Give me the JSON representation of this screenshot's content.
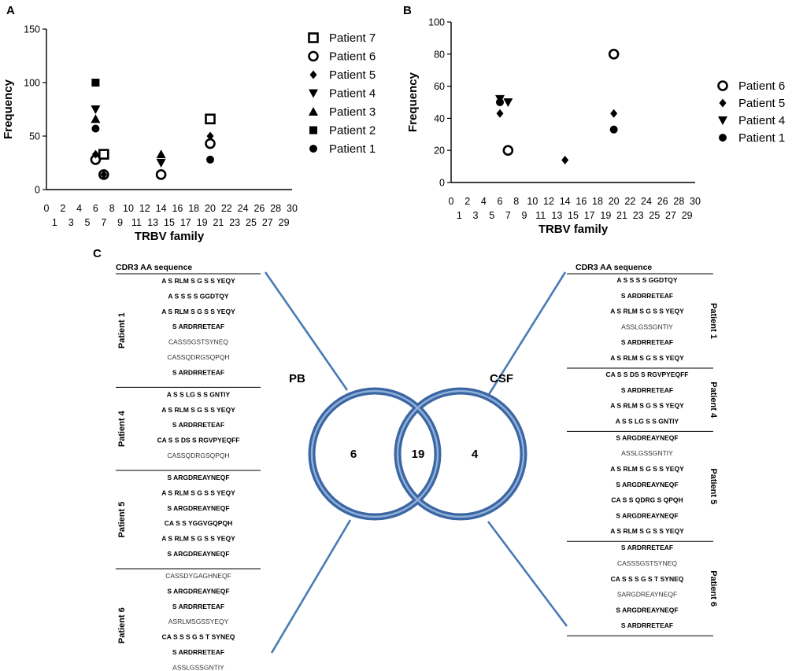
{
  "chart_data": [
    {
      "panel": "A",
      "type": "scatter",
      "xlabel": "TRBV family",
      "ylabel": "Frequency",
      "xlim": [
        0,
        30
      ],
      "ylim": [
        0,
        150
      ],
      "x_ticks_top": [
        "0",
        "2",
        "4",
        "6",
        "8",
        "10",
        "12",
        "14",
        "16",
        "18",
        "20",
        "22",
        "24",
        "26",
        "28",
        "30"
      ],
      "x_ticks_bottom": [
        "1",
        "3",
        "5",
        "7",
        "9",
        "11",
        "13",
        "15",
        "17",
        "19",
        "21",
        "23",
        "25",
        "27",
        "29"
      ],
      "y_ticks": [
        "0",
        "50",
        "100",
        "150"
      ],
      "legend_position": "right",
      "series": [
        {
          "name": "Patient 7",
          "marker": "open-square",
          "points": [
            {
              "x": 7,
              "y": 33
            },
            {
              "x": 20,
              "y": 66
            }
          ]
        },
        {
          "name": "Patient 6",
          "marker": "open-circle",
          "points": [
            {
              "x": 6,
              "y": 28
            },
            {
              "x": 7,
              "y": 14
            },
            {
              "x": 14,
              "y": 14
            },
            {
              "x": 20,
              "y": 43
            }
          ]
        },
        {
          "name": "Patient 5",
          "marker": "diamond",
          "points": [
            {
              "x": 6,
              "y": 33
            },
            {
              "x": 7,
              "y": 14
            },
            {
              "x": 20,
              "y": 50
            }
          ]
        },
        {
          "name": "Patient 4",
          "marker": "triangle-down",
          "points": [
            {
              "x": 6,
              "y": 75
            },
            {
              "x": 14,
              "y": 25
            }
          ]
        },
        {
          "name": "Patient 3",
          "marker": "triangle-up",
          "points": [
            {
              "x": 6,
              "y": 66
            },
            {
              "x": 14,
              "y": 33
            }
          ]
        },
        {
          "name": "Patient 2",
          "marker": "filled-square",
          "points": [
            {
              "x": 6,
              "y": 100
            }
          ]
        },
        {
          "name": "Patient 1",
          "marker": "filled-circle",
          "points": [
            {
              "x": 6,
              "y": 57
            },
            {
              "x": 20,
              "y": 28
            }
          ]
        }
      ]
    },
    {
      "panel": "B",
      "type": "scatter",
      "xlabel": "TRBV family",
      "ylabel": "Frequency",
      "xlim": [
        0,
        30
      ],
      "ylim": [
        0,
        100
      ],
      "x_ticks_top": [
        "0",
        "2",
        "4",
        "6",
        "8",
        "10",
        "12",
        "14",
        "16",
        "18",
        "20",
        "22",
        "24",
        "26",
        "28",
        "30"
      ],
      "x_ticks_bottom": [
        "1",
        "3",
        "5",
        "7",
        "9",
        "11",
        "13",
        "15",
        "17",
        "19",
        "21",
        "23",
        "25",
        "27",
        "29"
      ],
      "y_ticks": [
        "0",
        "20",
        "40",
        "60",
        "80",
        "100"
      ],
      "legend_position": "right",
      "series": [
        {
          "name": "Patient 6",
          "marker": "open-circle",
          "points": [
            {
              "x": 7,
              "y": 20
            },
            {
              "x": 20,
              "y": 80
            }
          ]
        },
        {
          "name": "Patient 5",
          "marker": "diamond",
          "points": [
            {
              "x": 6,
              "y": 43
            },
            {
              "x": 14,
              "y": 14
            },
            {
              "x": 20,
              "y": 43
            }
          ]
        },
        {
          "name": "Patient 4",
          "marker": "triangle-down",
          "points": [
            {
              "x": 6,
              "y": 52
            },
            {
              "x": 7,
              "y": 50
            }
          ]
        },
        {
          "name": "Patient 1",
          "marker": "filled-circle",
          "points": [
            {
              "x": 6,
              "y": 50
            },
            {
              "x": 20,
              "y": 33
            }
          ]
        }
      ]
    }
  ],
  "panel_labels": {
    "a": "A",
    "b": "B",
    "c": "C"
  },
  "venn": {
    "left_label": "PB",
    "right_label": "CSF",
    "left_only": "6",
    "overlap": "19",
    "right_only": "4",
    "ring_color": "#3b66a3",
    "connector_color": "#4a7ab5"
  },
  "pb_table": {
    "header": "CDR3 AA sequence",
    "groups": [
      {
        "patient": "Patient 1",
        "sequences": [
          {
            "text": "A S RLM S G S S YEQY",
            "bold": true
          },
          {
            "text": "A S S S S GGDTQY",
            "bold": true
          },
          {
            "text": "A S RLM S G S S YEQY",
            "bold": true
          },
          {
            "text": "S ARDRRETEAF",
            "bold": true
          },
          {
            "text": "CASSSGSTSYNEQ",
            "bold": false
          },
          {
            "text": "CASSQDRGSQPQH",
            "bold": false
          },
          {
            "text": "S ARDRRETEAF",
            "bold": true
          }
        ]
      },
      {
        "patient": "Patient 4",
        "sequences": [
          {
            "text": "A S S LG S S GNTIY",
            "bold": true
          },
          {
            "text": "A S RLM S G S S YEQY",
            "bold": true
          },
          {
            "text": "S ARDRRETEAF",
            "bold": true
          },
          {
            "text": "CA S S DS S RGVPYEQFF",
            "bold": true
          },
          {
            "text": "CASSQDRGSQPQH",
            "bold": false
          }
        ]
      },
      {
        "patient": "Patient 5",
        "sequences": [
          {
            "text": "S ARGDREAYNEQF",
            "bold": true
          },
          {
            "text": "A S RLM S G S S YEQY",
            "bold": true
          },
          {
            "text": "S ARGDREAYNEQF",
            "bold": true
          },
          {
            "text": "CA S S YGGVGQPQH",
            "bold": true
          },
          {
            "text": "A S RLM S G S S YEQY",
            "bold": true
          },
          {
            "text": "S ARGDREAYNEQF",
            "bold": true
          }
        ]
      },
      {
        "patient": "Patient 6",
        "sequences": [
          {
            "text": "CASSDYGAGHNEQF",
            "bold": false
          },
          {
            "text": "S ARGDREAYNEQF",
            "bold": true
          },
          {
            "text": "S ARDRRETEAF",
            "bold": true
          },
          {
            "text": "ASRLMSGSSYEQY",
            "bold": false
          },
          {
            "text": "CA S S S G S T SYNEQ",
            "bold": true
          },
          {
            "text": "S ARDRRETEAF",
            "bold": true
          },
          {
            "text": "ASSLGSSGNTIY",
            "bold": false
          }
        ]
      }
    ]
  },
  "csf_table": {
    "header": "CDR3 AA sequence",
    "groups": [
      {
        "patient": "Patient 1",
        "sequences": [
          {
            "text": "A S S S S GGDTQY",
            "bold": true
          },
          {
            "text": "S ARDRRETEAF",
            "bold": true
          },
          {
            "text": "A S RLM S G S S YEQY",
            "bold": true
          },
          {
            "text": "ASSLGSSGNTIY",
            "bold": false
          },
          {
            "text": "S ARDRRETEAF",
            "bold": true
          },
          {
            "text": "A S RLM S G S S YEQY",
            "bold": true
          }
        ]
      },
      {
        "patient": "Patient 4",
        "sequences": [
          {
            "text": "CA S S DS S RGVPYEQFF",
            "bold": true
          },
          {
            "text": "S ARDRRETEAF",
            "bold": true
          },
          {
            "text": "A S RLM S G S S YEQY",
            "bold": true
          },
          {
            "text": "A S S LG S S GNTIY",
            "bold": true
          }
        ]
      },
      {
        "patient": "Patient 5",
        "sequences": [
          {
            "text": "S ARGDREAYNEQF",
            "bold": true
          },
          {
            "text": "ASSLGSSGNTIY",
            "bold": false
          },
          {
            "text": "A S RLM S G S S YEQY",
            "bold": true
          },
          {
            "text": "S ARGDREAYNEQF",
            "bold": true
          },
          {
            "text": "CA S S QDRG S QPQH",
            "bold": true
          },
          {
            "text": "S ARGDREAYNEQF",
            "bold": true
          },
          {
            "text": "A S RLM S G S S YEQY",
            "bold": true
          }
        ]
      },
      {
        "patient": "Patient 6",
        "sequences": [
          {
            "text": "S ARDRRETEAF",
            "bold": true
          },
          {
            "text": "CASSSGSTSYNEQ",
            "bold": false
          },
          {
            "text": "CA S S S G S T SYNEQ",
            "bold": true
          },
          {
            "text": "SARGDREAYNEQF",
            "bold": false
          },
          {
            "text": "S ARGDREAYNEQF",
            "bold": true
          },
          {
            "text": "S ARDRRETEAF",
            "bold": true
          }
        ]
      }
    ]
  }
}
